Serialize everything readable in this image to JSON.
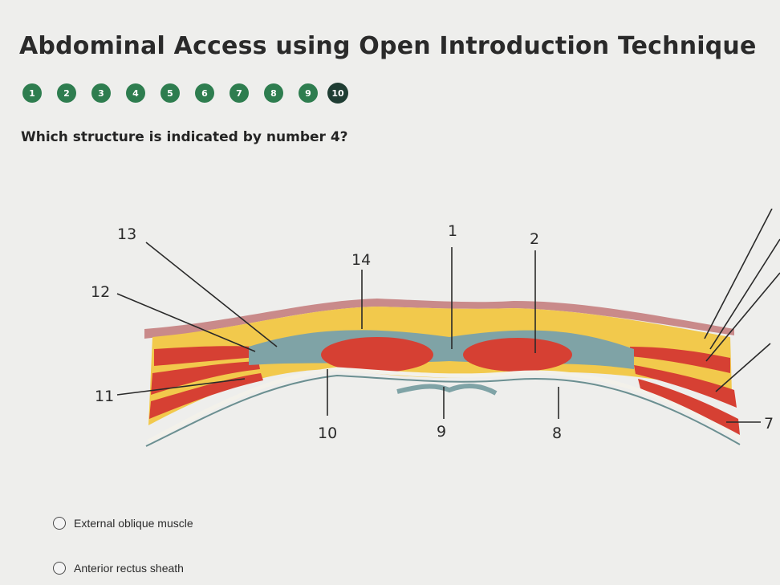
{
  "page": {
    "title": "Abdominal Access using Open Introduction Technique",
    "question": "Which structure is indicated by number 4?"
  },
  "steps": {
    "items": [
      "1",
      "2",
      "3",
      "4",
      "5",
      "6",
      "7",
      "8",
      "9",
      "10"
    ],
    "current": "10",
    "color": "#2e7d4f",
    "current_color": "#1f3d33"
  },
  "diagram": {
    "labels": {
      "l1": "1",
      "l2": "2",
      "l7": "7",
      "l8": "8",
      "l9": "9",
      "l10": "10",
      "l11": "11",
      "l12": "12",
      "l13": "13",
      "l14": "14"
    },
    "colors": {
      "skin": "#c98a8a",
      "fat": "#f2c94c",
      "muscle": "#d64033",
      "fascia": "#7fa3a6",
      "peritoneum": "#f3f1ea"
    }
  },
  "answers": {
    "items": [
      "External oblique muscle",
      "Anterior rectus sheath"
    ]
  }
}
